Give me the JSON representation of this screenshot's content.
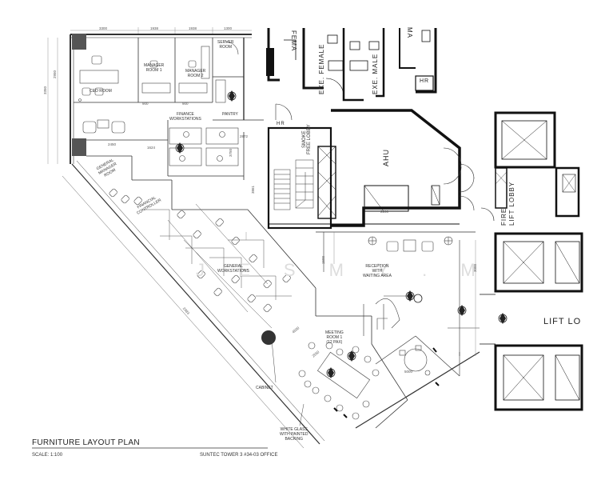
{
  "plan": {
    "title": "FURNITURE LAYOUT PLAN",
    "scale": "SCALE: 1:100",
    "project": "SUNTEC TOWER 3 #34-03 OFFICE",
    "rooms": {
      "ceo": "CEO ROOM",
      "manager1": "MANAGER\nROOM 1",
      "manager2": "MANAGER\nROOM 2",
      "server": "SERVER\nROOM",
      "pantry": "PANTRY",
      "finance": "FINANCE\nWORKSTATIONS",
      "general_manager": "GENERAL\nMANAGER\nROOM",
      "financial_controller": "FINANCIAL\nCONTROLLER",
      "general_workstations": "GENERAL\nWORKSTATIONS",
      "reception": "RECEPTION\nWITH\nWAITING AREA",
      "meeting": "MEETING\nROOM 1\n(12 PAX)",
      "smoke_lobby": "SMOKE\nFREE LOBBY",
      "ahu": "AHU",
      "fire_lift_lobby": "FIRE\nLIFT LOBBY",
      "lift_lobby": "LIFT LO",
      "female": "FEMA",
      "exe_female": "EXE. FEMALE",
      "exe_male": "EXE. MALE",
      "male": "MA",
      "hr1": "HR",
      "hr2": "HR"
    },
    "annotations": {
      "cabinet": "CABINET",
      "glass": "WHITE GLASS\nWITH PAINTED\nBACKING"
    },
    "dims": {
      "d1": "3300",
      "d2": "1938",
      "d3": "1938",
      "d4": "1300",
      "d5": "2950",
      "d6": "3350",
      "d7": "900",
      "d8": "900",
      "d9": "2450",
      "d10": "1624",
      "d11": "2872",
      "d12": "3750",
      "d13": "3861",
      "d14": "2200",
      "d15": "1500",
      "d16": "3000",
      "d17": "2983",
      "d18": "4500",
      "d19": "2550",
      "d20": "5000"
    }
  }
}
